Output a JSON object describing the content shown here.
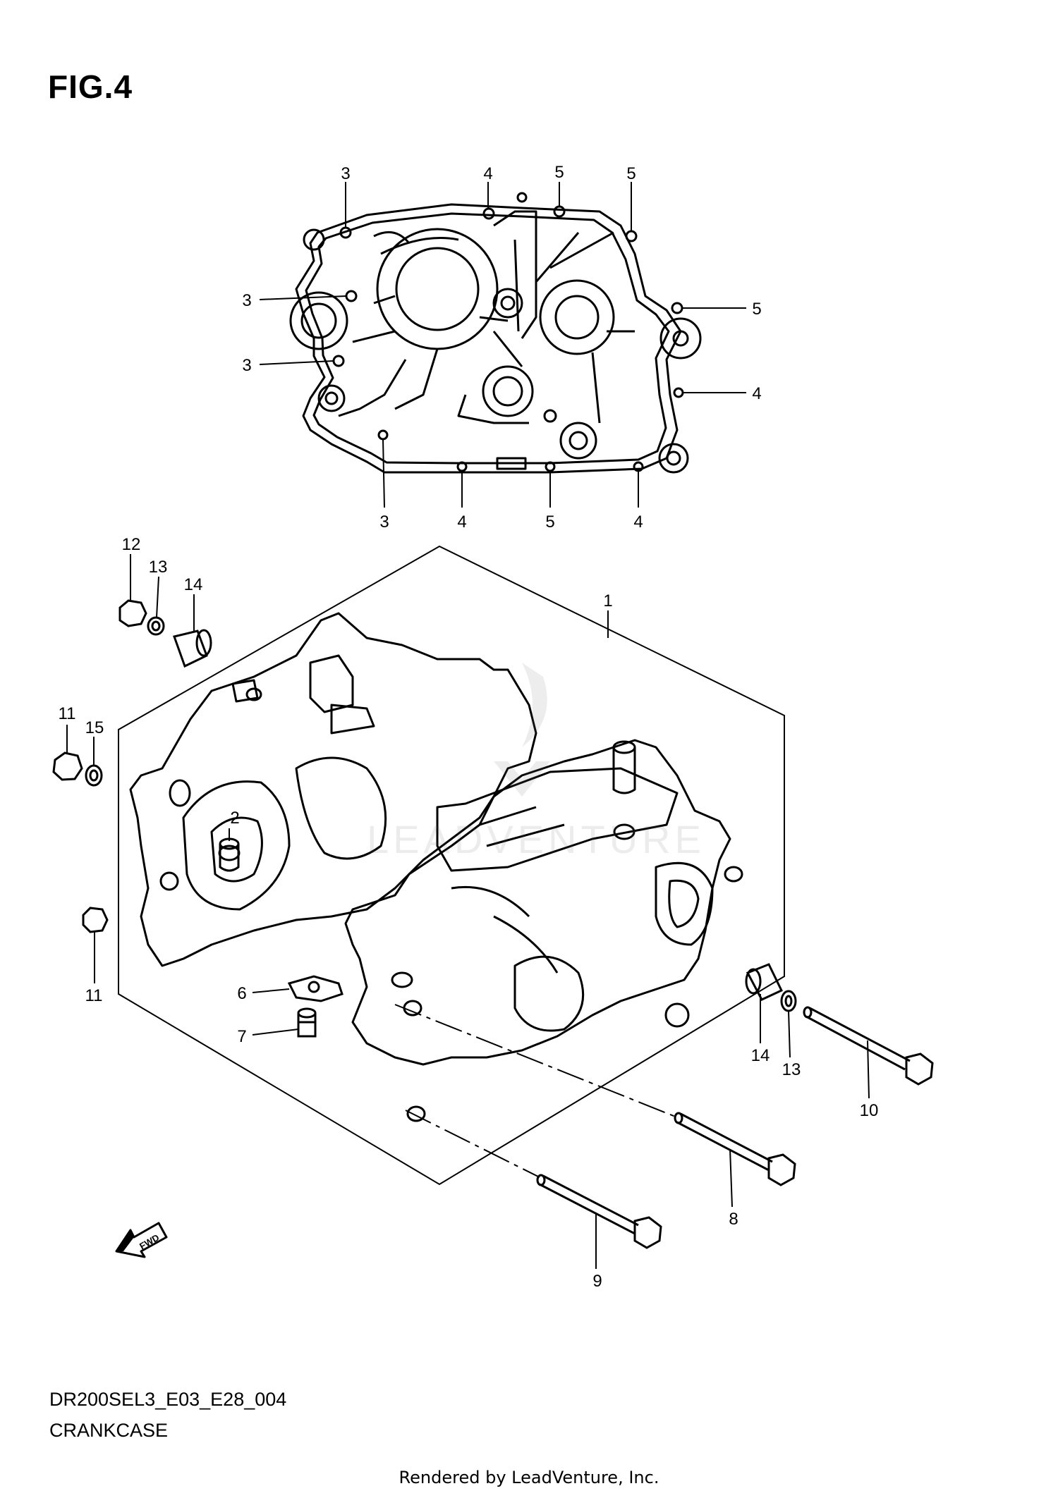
{
  "figure_title": "FIG.4",
  "diagram_code": "DR200SEL3_E03_E28_004",
  "diagram_name": "CRANKCASE",
  "rendered_by": "Rendered by LeadVenture, Inc.",
  "watermark": "LEADVENTURE",
  "fwd_label": "FWD",
  "gasket_callouts": [
    "3",
    "4",
    "5",
    "5",
    "3",
    "5",
    "3",
    "4",
    "3",
    "4",
    "5",
    "4"
  ],
  "part_callouts": [
    "1",
    "2",
    "6",
    "7",
    "8",
    "9",
    "10",
    "11",
    "11",
    "12",
    "13",
    "13",
    "14",
    "14",
    "15"
  ]
}
